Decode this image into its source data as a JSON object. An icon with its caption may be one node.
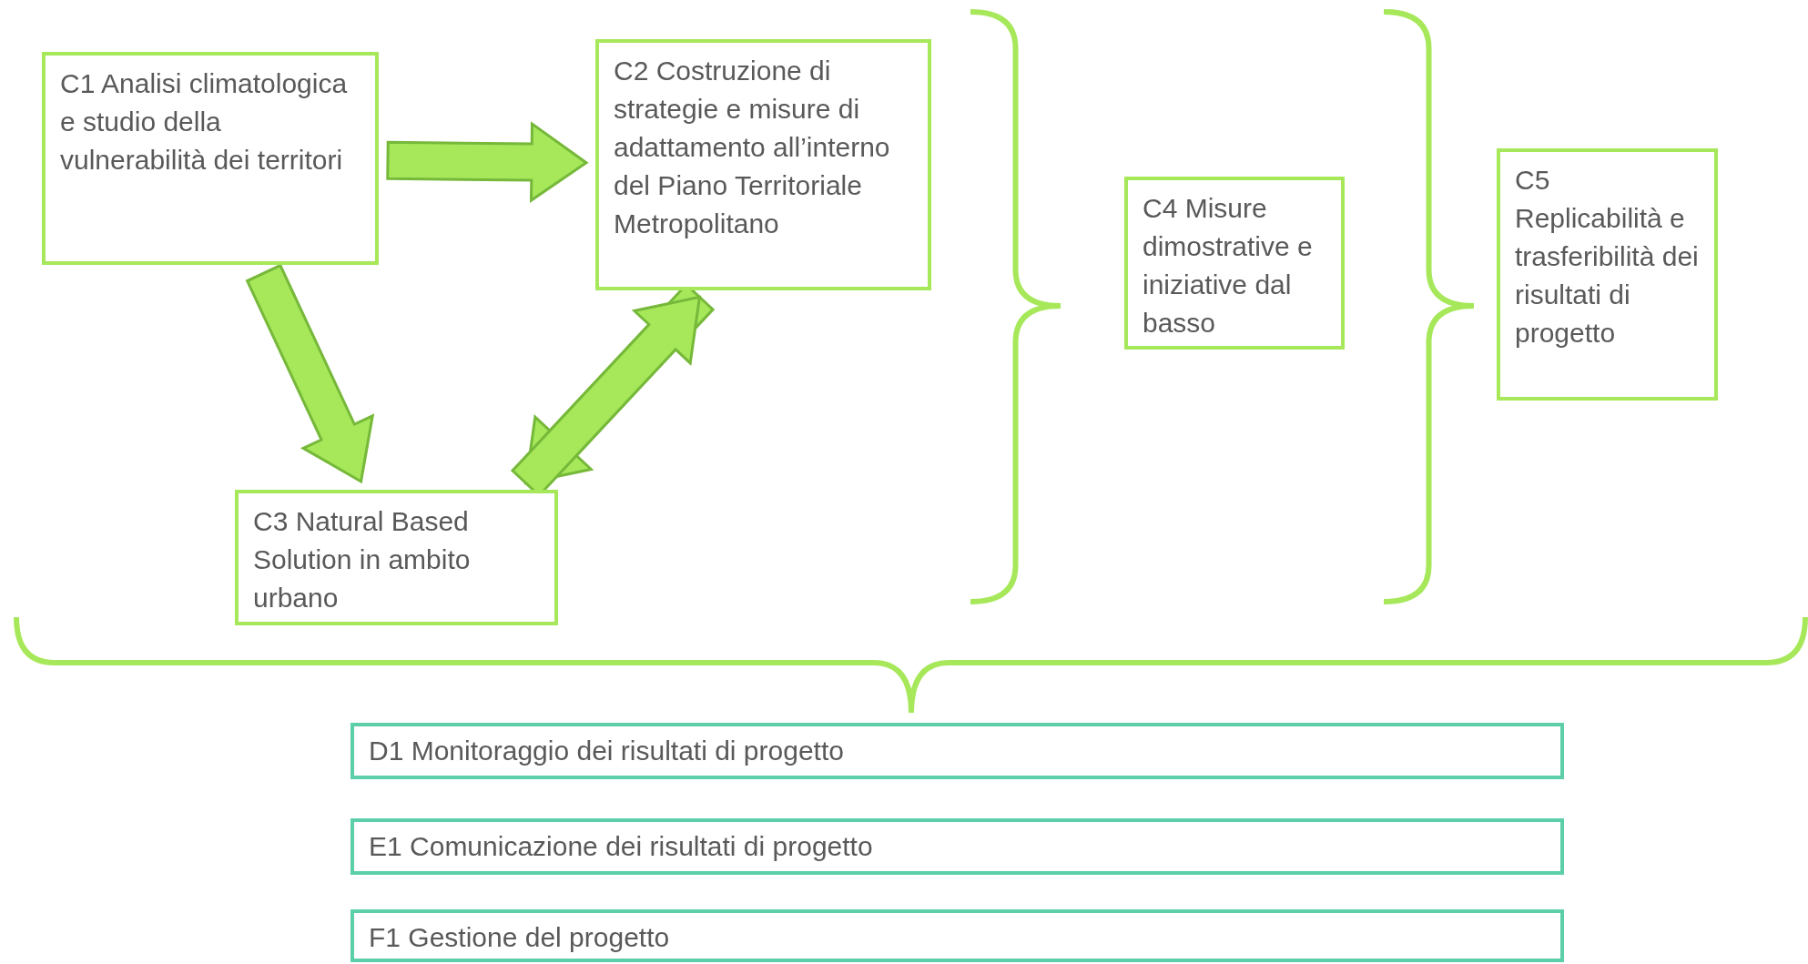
{
  "diagram": {
    "nodes": [
      {
        "text": [
          "C1 Analisi climatologica e studio della vulnerabilità dei territori"
        ]
      },
      {
        "text": [
          "C2 Costruzione di strategie e  misure di adattamento all’interno del Piano Territoriale Metropolitano"
        ]
      },
      {
        "text": [
          "C3 Natural Based Solution in ambito urbano"
        ]
      },
      {
        "text": [
          "C4 Misure dimostrative e iniziative dal basso"
        ]
      },
      {
        "text": [
          "C5 Replicabilità e trasferibilità dei risultati di progetto"
        ]
      },
      {
        "text": [
          "D1 Monitoraggio dei risultati di progetto"
        ]
      },
      {
        "text": [
          "E1 Comunicazione dei risultati di progetto"
        ]
      },
      {
        "text": [
          "F1 Gestione del progetto"
        ]
      }
    ],
    "edges": [
      {
        "from": 0,
        "to": 1,
        "arrow": "to"
      },
      {
        "from": 0,
        "to": 2,
        "arrow": "to"
      },
      {
        "from": 1,
        "to": 2,
        "arrow": "to"
      },
      {
        "from": 2,
        "to": 1,
        "arrow": "to"
      }
    ]
  }
}
